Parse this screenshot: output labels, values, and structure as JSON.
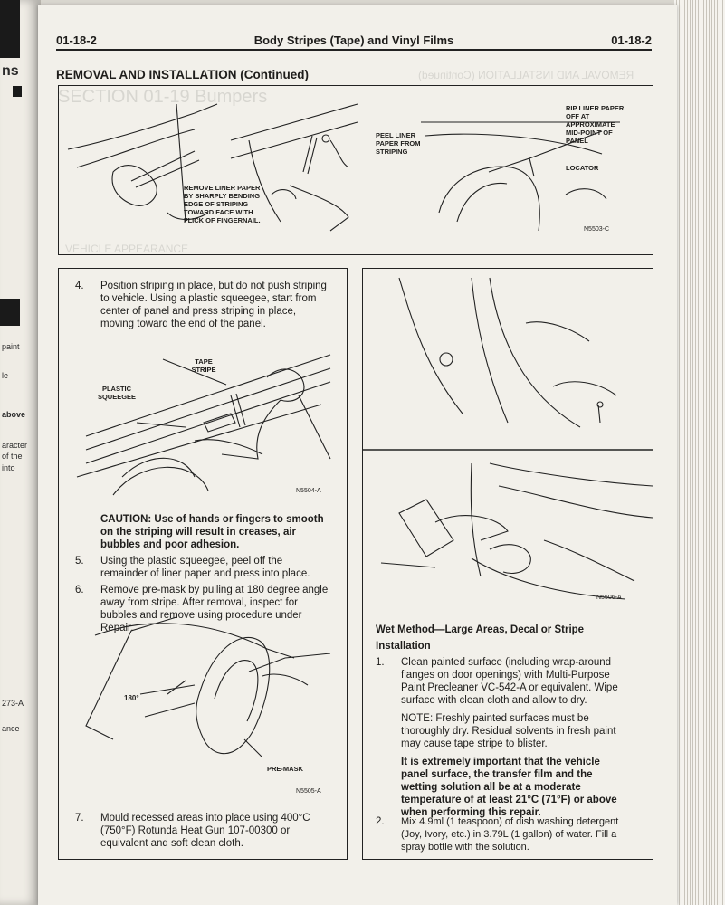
{
  "header": {
    "left": "01-18-2",
    "center": "Body Stripes (Tape) and Vinyl Films",
    "right": "01-18-2"
  },
  "section_title": "REMOVAL AND INSTALLATION (Continued)",
  "ghost_text": [
    "SECTION 01-19 Bumpers",
    "VEHICLE APPEARANCE",
    "REMOVAL AND INSTALLATION (Continued)"
  ],
  "prev_page_fragments": [
    "ns",
    "paint",
    "le",
    "above",
    "aracter",
    "of the",
    "into",
    "273-A",
    "ance"
  ],
  "top_figure": {
    "remove_liner": "REMOVE LINER PAPER BY SHARPLY BENDING EDGE OF STRIPING TOWARD FACE WITH FLICK OF FINGERNAIL.",
    "peel_liner": "PEEL LINER PAPER FROM STRIPING",
    "rip_liner": "RIP LINER PAPER OFF AT APPROXIMATE MID-POINT OF PANEL",
    "locator": "LOCATOR",
    "fig_id": "N5503-C"
  },
  "left_col": {
    "step4_num": "4.",
    "step4_lines": [
      "Position striping in place, but do not push striping",
      "to vehicle. Using a plastic squeegee, start from",
      "center of panel and press striping in place,",
      "moving toward the end of the panel."
    ],
    "fig1": {
      "tape_stripe": "TAPE STRIPE",
      "plastic_squeegee": "PLASTIC SQUEEGEE",
      "fig_id": "N5504-A"
    },
    "caution_lines": [
      "CAUTION: Use of hands or fingers to smooth",
      "on the striping will result in creases, air",
      "bubbles and poor adhesion."
    ],
    "step5_num": "5.",
    "step5_lines": [
      "Using the plastic squeegee, peel off the",
      "remainder of liner paper and press into place."
    ],
    "step6_num": "6.",
    "step6_lines": [
      "Remove pre-mask by pulling at 180 degree angle",
      "away from stripe. After removal, inspect for",
      "bubbles and remove using procedure under",
      "Repair."
    ],
    "fig2": {
      "angle": "180°",
      "pre_mask": "PRE-MASK",
      "fig_id": "N5505-A"
    },
    "step7_num": "7.",
    "step7_lines": [
      "Mould recessed areas into place using 400°C",
      "(750°F) Rotunda Heat Gun 107-00300 or",
      "equivalent and soft clean cloth."
    ]
  },
  "right_col": {
    "fig_id": "N5506-A",
    "wet_title": "Wet Method—Large Areas, Decal or Stripe",
    "installation": "Installation",
    "step1_num": "1.",
    "step1_lines": [
      "Clean painted surface (including wrap-around",
      "flanges on door openings) with Multi-Purpose",
      "Paint Precleaner VC-542-A or equivalent. Wipe",
      "surface with clean cloth and allow to dry."
    ],
    "note_lines": [
      "NOTE: Freshly painted surfaces must be",
      "thoroughly dry. Residual solvents in fresh paint",
      "may cause tape stripe to blister."
    ],
    "important_lines": [
      "It is extremely important that the vehicle",
      "panel surface, the transfer film and the",
      "wetting solution all be at a moderate",
      "temperature of at least 21°C (71°F) or above",
      "when performing this repair."
    ],
    "step2_num": "2.",
    "step2_lines": [
      "Mix 4.9ml (1 teaspoon) of dish washing detergent",
      "(Joy, Ivory, etc.) in 3.79L (1 gallon) of water. Fill a",
      "spray bottle with the solution."
    ]
  }
}
